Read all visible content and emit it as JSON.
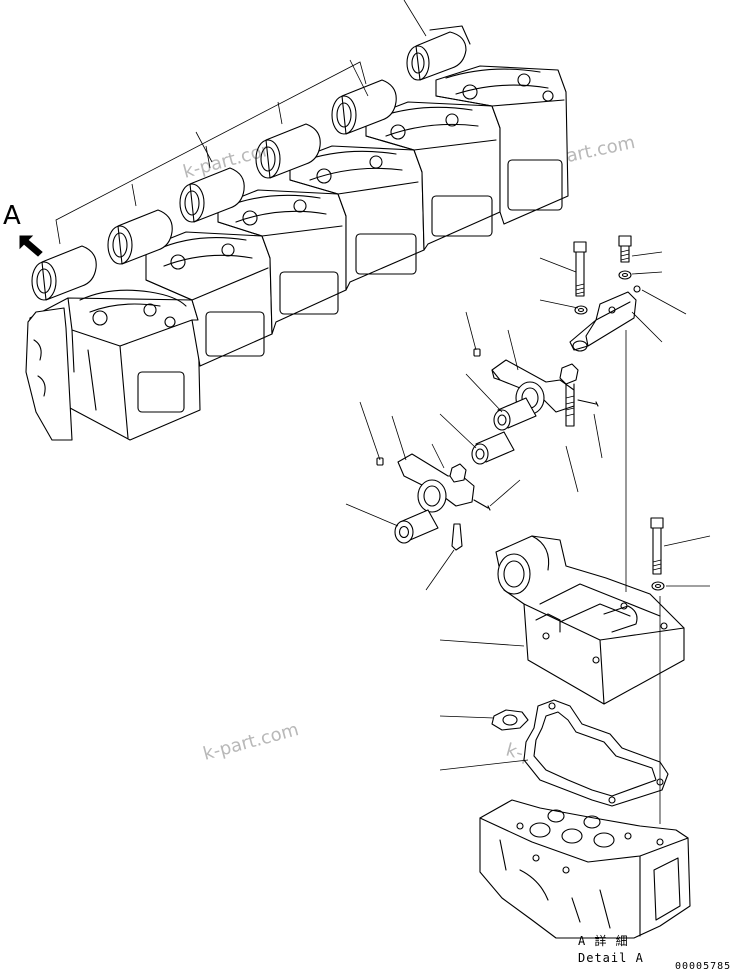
{
  "view_label": "A",
  "detail_caption": {
    "line1": "A 詳 細",
    "line2": "Detail A"
  },
  "drawing_code": "00005785",
  "watermark": "k-part.com",
  "colors": {
    "line": "#000000",
    "watermark": "#b8b8b8",
    "background": "#ffffff"
  }
}
